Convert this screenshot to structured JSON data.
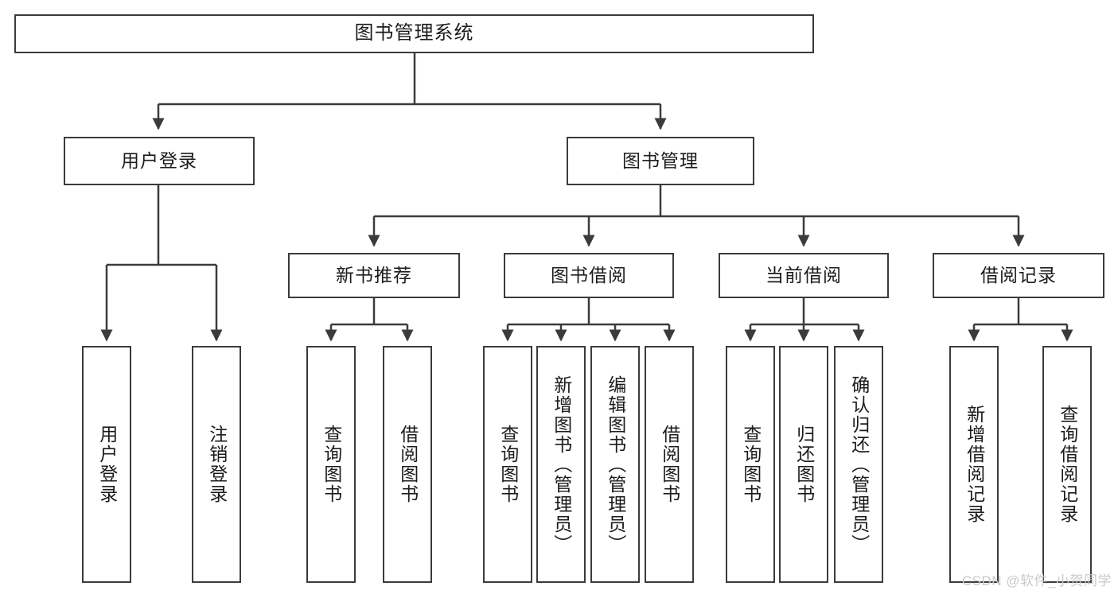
{
  "diagram": {
    "title": "图书管理系统",
    "type": "hierarchy-tree",
    "root": {
      "label": "图书管理系统"
    },
    "level1": [
      {
        "label": "用户登录"
      },
      {
        "label": "图书管理"
      }
    ],
    "level2": [
      {
        "label": "新书推荐"
      },
      {
        "label": "图书借阅"
      },
      {
        "label": "当前借阅"
      },
      {
        "label": "借阅记录"
      }
    ],
    "leaves": {
      "user_login": [
        {
          "label": "用户登录"
        },
        {
          "label": "注销登录"
        }
      ],
      "new_book_recommend": [
        {
          "label": "查询图书"
        },
        {
          "label": "借阅图书"
        }
      ],
      "book_borrow": [
        {
          "label": "查询图书"
        },
        {
          "label": "新增图书（管理员）"
        },
        {
          "label": "编辑图书（管理员）"
        },
        {
          "label": "借阅图书"
        }
      ],
      "current_borrow": [
        {
          "label": "查询图书"
        },
        {
          "label": "归还图书"
        },
        {
          "label": "确认归还（管理员）"
        }
      ],
      "borrow_record": [
        {
          "label": "新增借阅记录"
        },
        {
          "label": "查询借阅记录"
        }
      ]
    }
  },
  "watermark": {
    "text": "CSDN @软件_小贺同学"
  },
  "colors": {
    "stroke": "#3b3b3b",
    "box_fill": "#ffffff",
    "text": "#1c1c1c",
    "watermark": "#c9c9c9",
    "background": "#ffffff"
  }
}
